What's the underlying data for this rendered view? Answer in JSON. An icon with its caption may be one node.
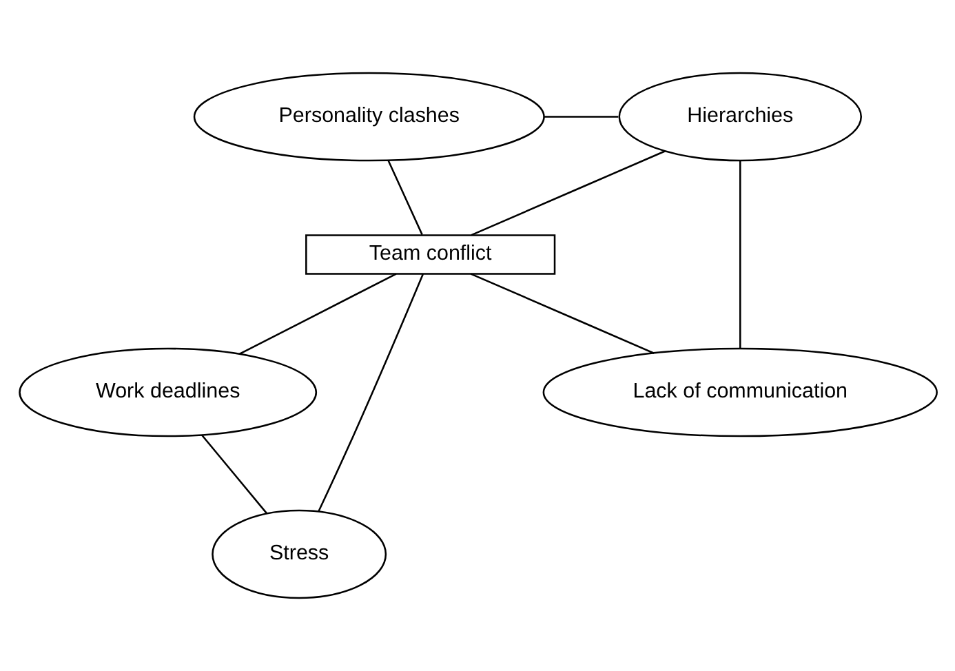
{
  "diagram": {
    "nodes": [
      {
        "text": [
          "Personality clashes"
        ]
      },
      {
        "text": [
          "Hierarchies"
        ]
      },
      {
        "text": [
          "Team conflict"
        ]
      },
      {
        "text": [
          "Work deadlines"
        ]
      },
      {
        "text": [
          "Lack of communication"
        ]
      },
      {
        "text": [
          "Stress"
        ]
      }
    ],
    "edges": [
      {
        "from": 0,
        "to": 1,
        "arrow": "none"
      },
      {
        "from": 0,
        "to": 2,
        "arrow": "none"
      },
      {
        "from": 1,
        "to": 2,
        "arrow": "none"
      },
      {
        "from": 1,
        "to": 4,
        "arrow": "none"
      },
      {
        "from": 2,
        "to": 4,
        "arrow": "none"
      },
      {
        "from": 2,
        "to": 3,
        "arrow": "none"
      },
      {
        "from": 2,
        "to": 5,
        "arrow": "none"
      },
      {
        "from": 3,
        "to": 5,
        "arrow": "none"
      }
    ]
  }
}
